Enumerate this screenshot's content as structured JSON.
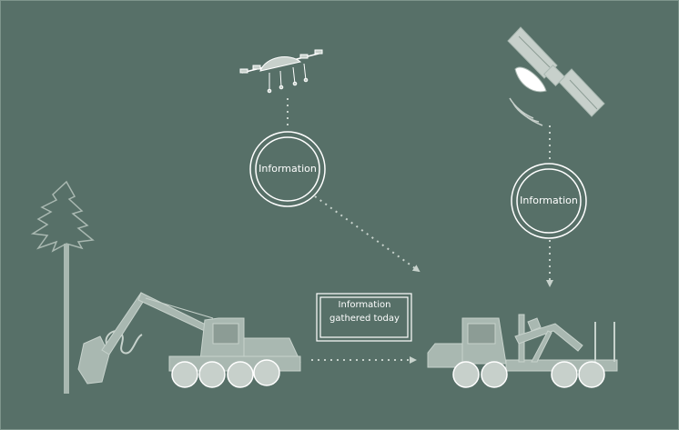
{
  "labels": {
    "drone_information": "Information",
    "satellite_information": "Information",
    "gathered_line1": "Information",
    "gathered_line2": "gathered today"
  },
  "colors": {
    "background": "#577068",
    "machine_fill": "#a9b8b1",
    "wheel_fill": "#c7d0cb",
    "line": "#c7d2cc",
    "text": "#ffffff"
  }
}
